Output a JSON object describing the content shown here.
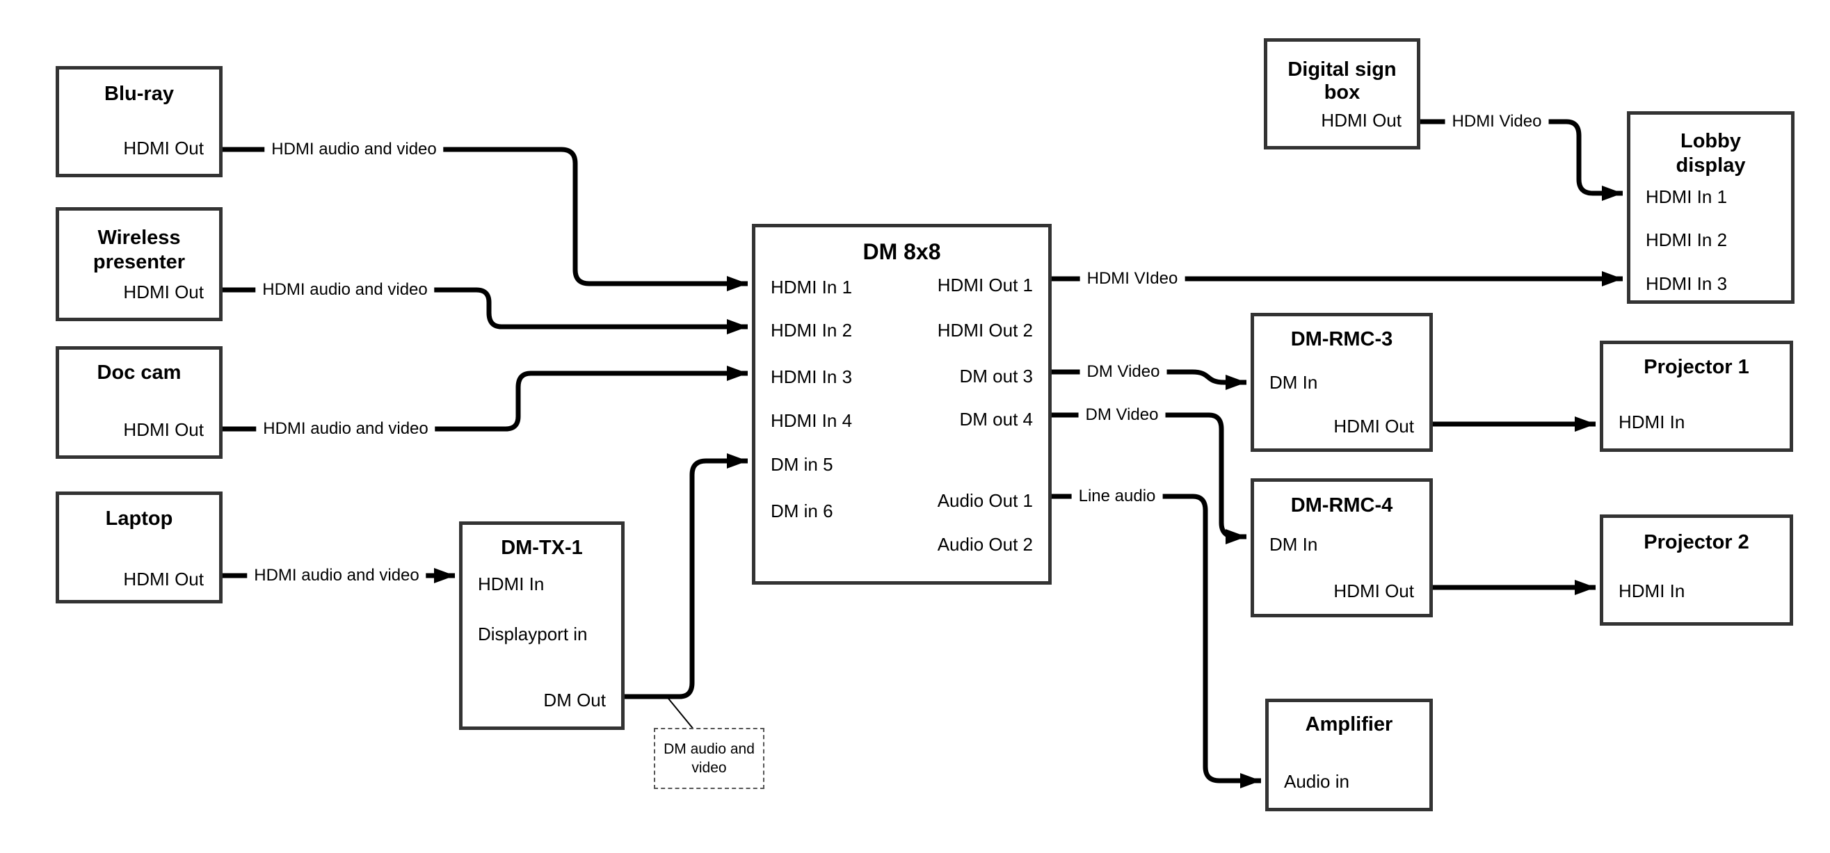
{
  "nodes": {
    "bluray": {
      "title": "Blu-ray",
      "port_out": "HDMI Out"
    },
    "wireless": {
      "title1": "Wireless",
      "title2": "presenter",
      "port_out": "HDMI Out"
    },
    "doccam": {
      "title": "Doc cam",
      "port_out": "HDMI Out"
    },
    "laptop": {
      "title": "Laptop",
      "port_out": "HDMI Out"
    },
    "dmtx1": {
      "title": "DM-TX-1",
      "port_hdmi_in": "HDMI In",
      "port_dp_in": "Displayport in",
      "port_dm_out": "DM Out"
    },
    "dm8x8": {
      "title": "DM 8x8",
      "in1": "HDMI In 1",
      "in2": "HDMI In 2",
      "in3": "HDMI In 3",
      "in4": "HDMI In 4",
      "in5": "DM in 5",
      "in6": "DM in 6",
      "out1": "HDMI Out 1",
      "out2": "HDMI Out 2",
      "out3": "DM out 3",
      "out4": "DM out 4",
      "aout1": "Audio Out 1",
      "aout2": "Audio Out 2"
    },
    "digitalsign": {
      "title1": "Digital sign",
      "title2": "box",
      "port_out": "HDMI Out"
    },
    "lobby": {
      "title1": "Lobby",
      "title2": "display",
      "in1": "HDMI In 1",
      "in2": "HDMI In 2",
      "in3": "HDMI In 3"
    },
    "rmc3": {
      "title": "DM-RMC-3",
      "port_dm_in": "DM In",
      "port_hdmi_out": "HDMI Out"
    },
    "rmc4": {
      "title": "DM-RMC-4",
      "port_dm_in": "DM In",
      "port_hdmi_out": "HDMI Out"
    },
    "proj1": {
      "title": "Projector 1",
      "port_hdmi_in": "HDMI In"
    },
    "proj2": {
      "title": "Projector 2",
      "port_hdmi_in": "HDMI In"
    },
    "amp": {
      "title": "Amplifier",
      "port_audio_in": "Audio in"
    }
  },
  "edges": {
    "bluray": "HDMI audio and video",
    "wireless": "HDMI audio and video",
    "doccam": "HDMI audio and video",
    "laptop": "HDMI audio and video",
    "out1": "HDMI VIdeo",
    "out3": "DM Video",
    "out4": "DM Video",
    "audio1": "Line audio",
    "sign": "HDMI Video"
  },
  "note": {
    "line1": "DM audio and",
    "line2": "video"
  },
  "colors": {
    "wire": "#000000",
    "border": "#333333",
    "text": "#000000",
    "background": "#ffffff"
  }
}
